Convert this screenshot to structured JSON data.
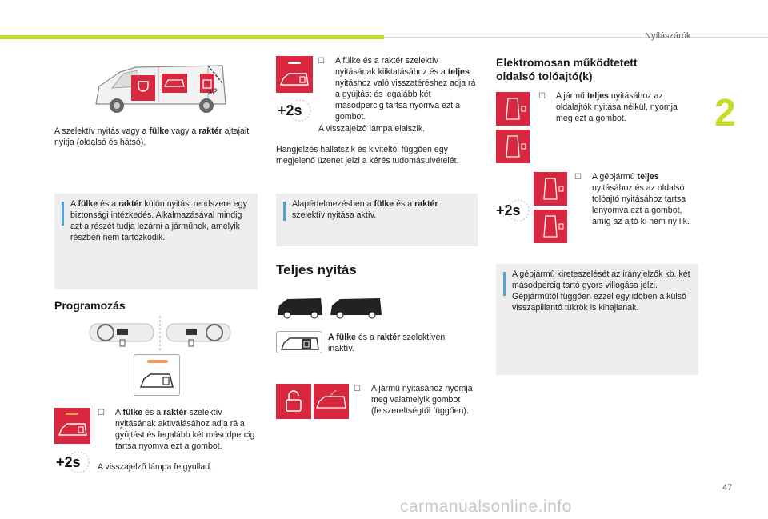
{
  "header": {
    "section_title": "Nyílászárók",
    "chapter_number": "2"
  },
  "left": {
    "van_label_x2": "x2",
    "intro_pre": "A szelektív nyitás vagy a ",
    "intro_b1": "fülke",
    "intro_mid": " vagy a ",
    "intro_b2": "raktér",
    "intro_post": " ajtajait nyitja (oldalsó és hátsó).",
    "info_pre": "A ",
    "info_b1": "fülke",
    "info_mid": " és a ",
    "info_b2": "raktér",
    "info_post": " külön nyitási rendszere egy biztonsági intézkedés. Alkalmazásával mindig azt a részét tudja lezárni a járműnek, amelyik részben nem tartózkodik.",
    "prog_heading": "Programozás",
    "prog_pre": "A ",
    "prog_b1": "fülke",
    "prog_mid": " és a ",
    "prog_b2": "raktér",
    "prog_post": " szelektív nyitásának aktiválásához adja rá a gyújtást és legalább két másodpercig tartsa nyomva ezt a gombot.",
    "prog_note": "A visszajelző lámpa felgyullad.",
    "two_s": "+2s"
  },
  "middle": {
    "deact_pre": "A fülke és a raktér szelektív nyitásának kiiktatásához és a ",
    "deact_b": "teljes",
    "deact_post": " nyitáshoz való visszatéréshez adja rá a gyújtást és legalább két másodpercig tartsa nyomva ezt a gombot.",
    "deact_note": "A visszajelző lámpa elalszik.",
    "sound_text": "Hangjelzés hallatszik és kiviteltől függően egy megjelenő üzenet jelzi a kérés tudomásulvételét.",
    "info_pre": "Alapértelmezésben a ",
    "info_b1": "fülke",
    "info_mid": " és a ",
    "info_b2": "raktér",
    "info_post": " szelektív nyitása aktív.",
    "full_heading": "Teljes nyitás",
    "inactive_b1": "A fülke",
    "inactive_mid": " és a ",
    "inactive_b2": "raktér",
    "inactive_post": " szelektíven inaktív.",
    "open_text": "A jármű nyitásához nyomja meg valamelyik gombot (felszereltségtől függően).",
    "two_s": "+2s"
  },
  "right": {
    "heading_line1": "Elektromosan működtetett",
    "heading_line2": "oldalsó tolóajtó(k)",
    "p1_pre": "A jármű ",
    "p1_b": "teljes",
    "p1_post": " nyitásához az oldalajtók nyitása nélkül, nyomja meg ezt a gombot.",
    "p2_pre": "A gépjármű ",
    "p2_b": "teljes",
    "p2_post": " nyitásához és az oldalsó tolóajtó nyitásához tartsa lenyomva ezt a gombot, amíg az ajtó ki nem nyílik.",
    "info_text": "A gépjármű kireteszelését az irányjelzők kb. két másodpercig tartó gyors villogása jelzi. Gépjárműtől függően ezzel egy időben a külső visszapillantó tükrök is kihajlanak.",
    "two_s": "+2s"
  },
  "footer": {
    "page_number": "47",
    "watermark": "carmanualsonline.info"
  },
  "colors": {
    "accent": "#c7dc25",
    "red": "#d9273f",
    "info_bg": "#eeeeee",
    "info_bar": "#4fa3d6"
  }
}
